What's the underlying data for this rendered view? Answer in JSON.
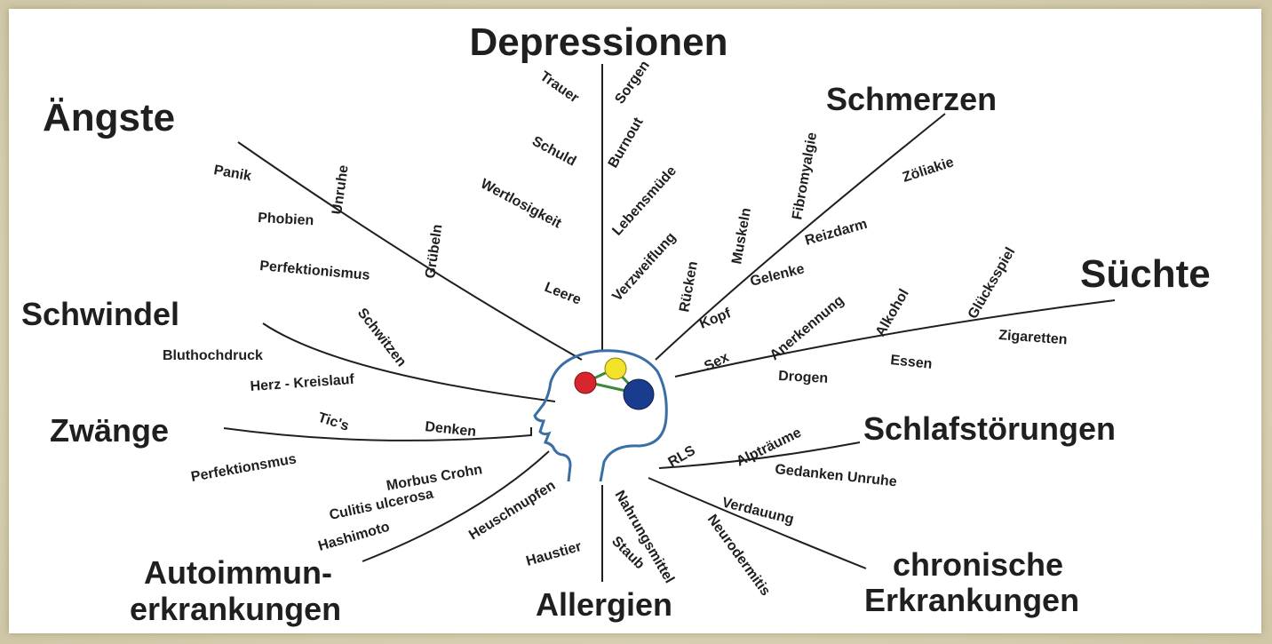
{
  "colors": {
    "ink": "#1f1f1f",
    "head_outline": "#3a6fa5",
    "node_red": "#d7262d",
    "node_yellow": "#f2e22a",
    "node_blue": "#1a3c8f",
    "node_link": "#3a8a3a",
    "background_frame": "#d9d2b8"
  },
  "icons": [
    "head-profile-icon"
  ],
  "categories": {
    "depressionen": "Depressionen",
    "aengste": "Ängste",
    "schmerzen": "Schmerzen",
    "suechte": "Süchte",
    "schwindel": "Schwindel",
    "zwaenge": "Zwänge",
    "schlafstoerungen": "Schlafstörungen",
    "autoimmun_1": "Autoimmun-",
    "autoimmun_2": "erkrankungen",
    "allergien": "Allergien",
    "chronische_1": "chronische",
    "chronische_2": "Erkrankungen"
  },
  "terms": {
    "trauer": "Trauer",
    "sorgen": "Sorgen",
    "schuld": "Schuld",
    "burnout": "Burnout",
    "wertlosigkeit": "Wertlosigkeit",
    "lebensmuede": "Lebensmüde",
    "leere": "Leere",
    "verzweiflung": "Verzweiflung",
    "panik": "Panik",
    "unruhe": "Unruhe",
    "phobien": "Phobien",
    "gruebeln": "Grübeln",
    "perfektionismus": "Perfektionismus",
    "fibromyalgie": "Fibromyalgie",
    "zoeliakie": "Zöliakie",
    "muskeln": "Muskeln",
    "reizdarm": "Reizdarm",
    "ruecken": "Rücken",
    "gelenke": "Gelenke",
    "kopf": "Kopf",
    "gluecksspiel": "Glücksspiel",
    "alkohol": "Alkohol",
    "anerkennung": "Anerkennung",
    "zigaretten": "Zigaretten",
    "sex": "Sex",
    "essen": "Essen",
    "drogen": "Drogen",
    "schwitzen": "Schwitzen",
    "bluthochdruck": "Bluthochdruck",
    "herz_kreislauf": "Herz - Kreislauf",
    "tics": "Tic's",
    "denken": "Denken",
    "perfektionsmus": "Perfektionsmus",
    "rls": "RLS",
    "alptraeume": "Alpträume",
    "gedanken_unruhe": "Gedanken Unruhe",
    "morbus_crohn": "Morbus Crohn",
    "culitis_ulcerosa": "Culitis ulcerosa",
    "hashimoto": "Hashimoto",
    "heuschnupfen": "Heuschnupfen",
    "haustier": "Haustier",
    "nahrungsmittel": "Nahrungsmittel",
    "staub": "Staub",
    "verdauung": "Verdauung",
    "neurodermitis": "Neurodermitis"
  }
}
